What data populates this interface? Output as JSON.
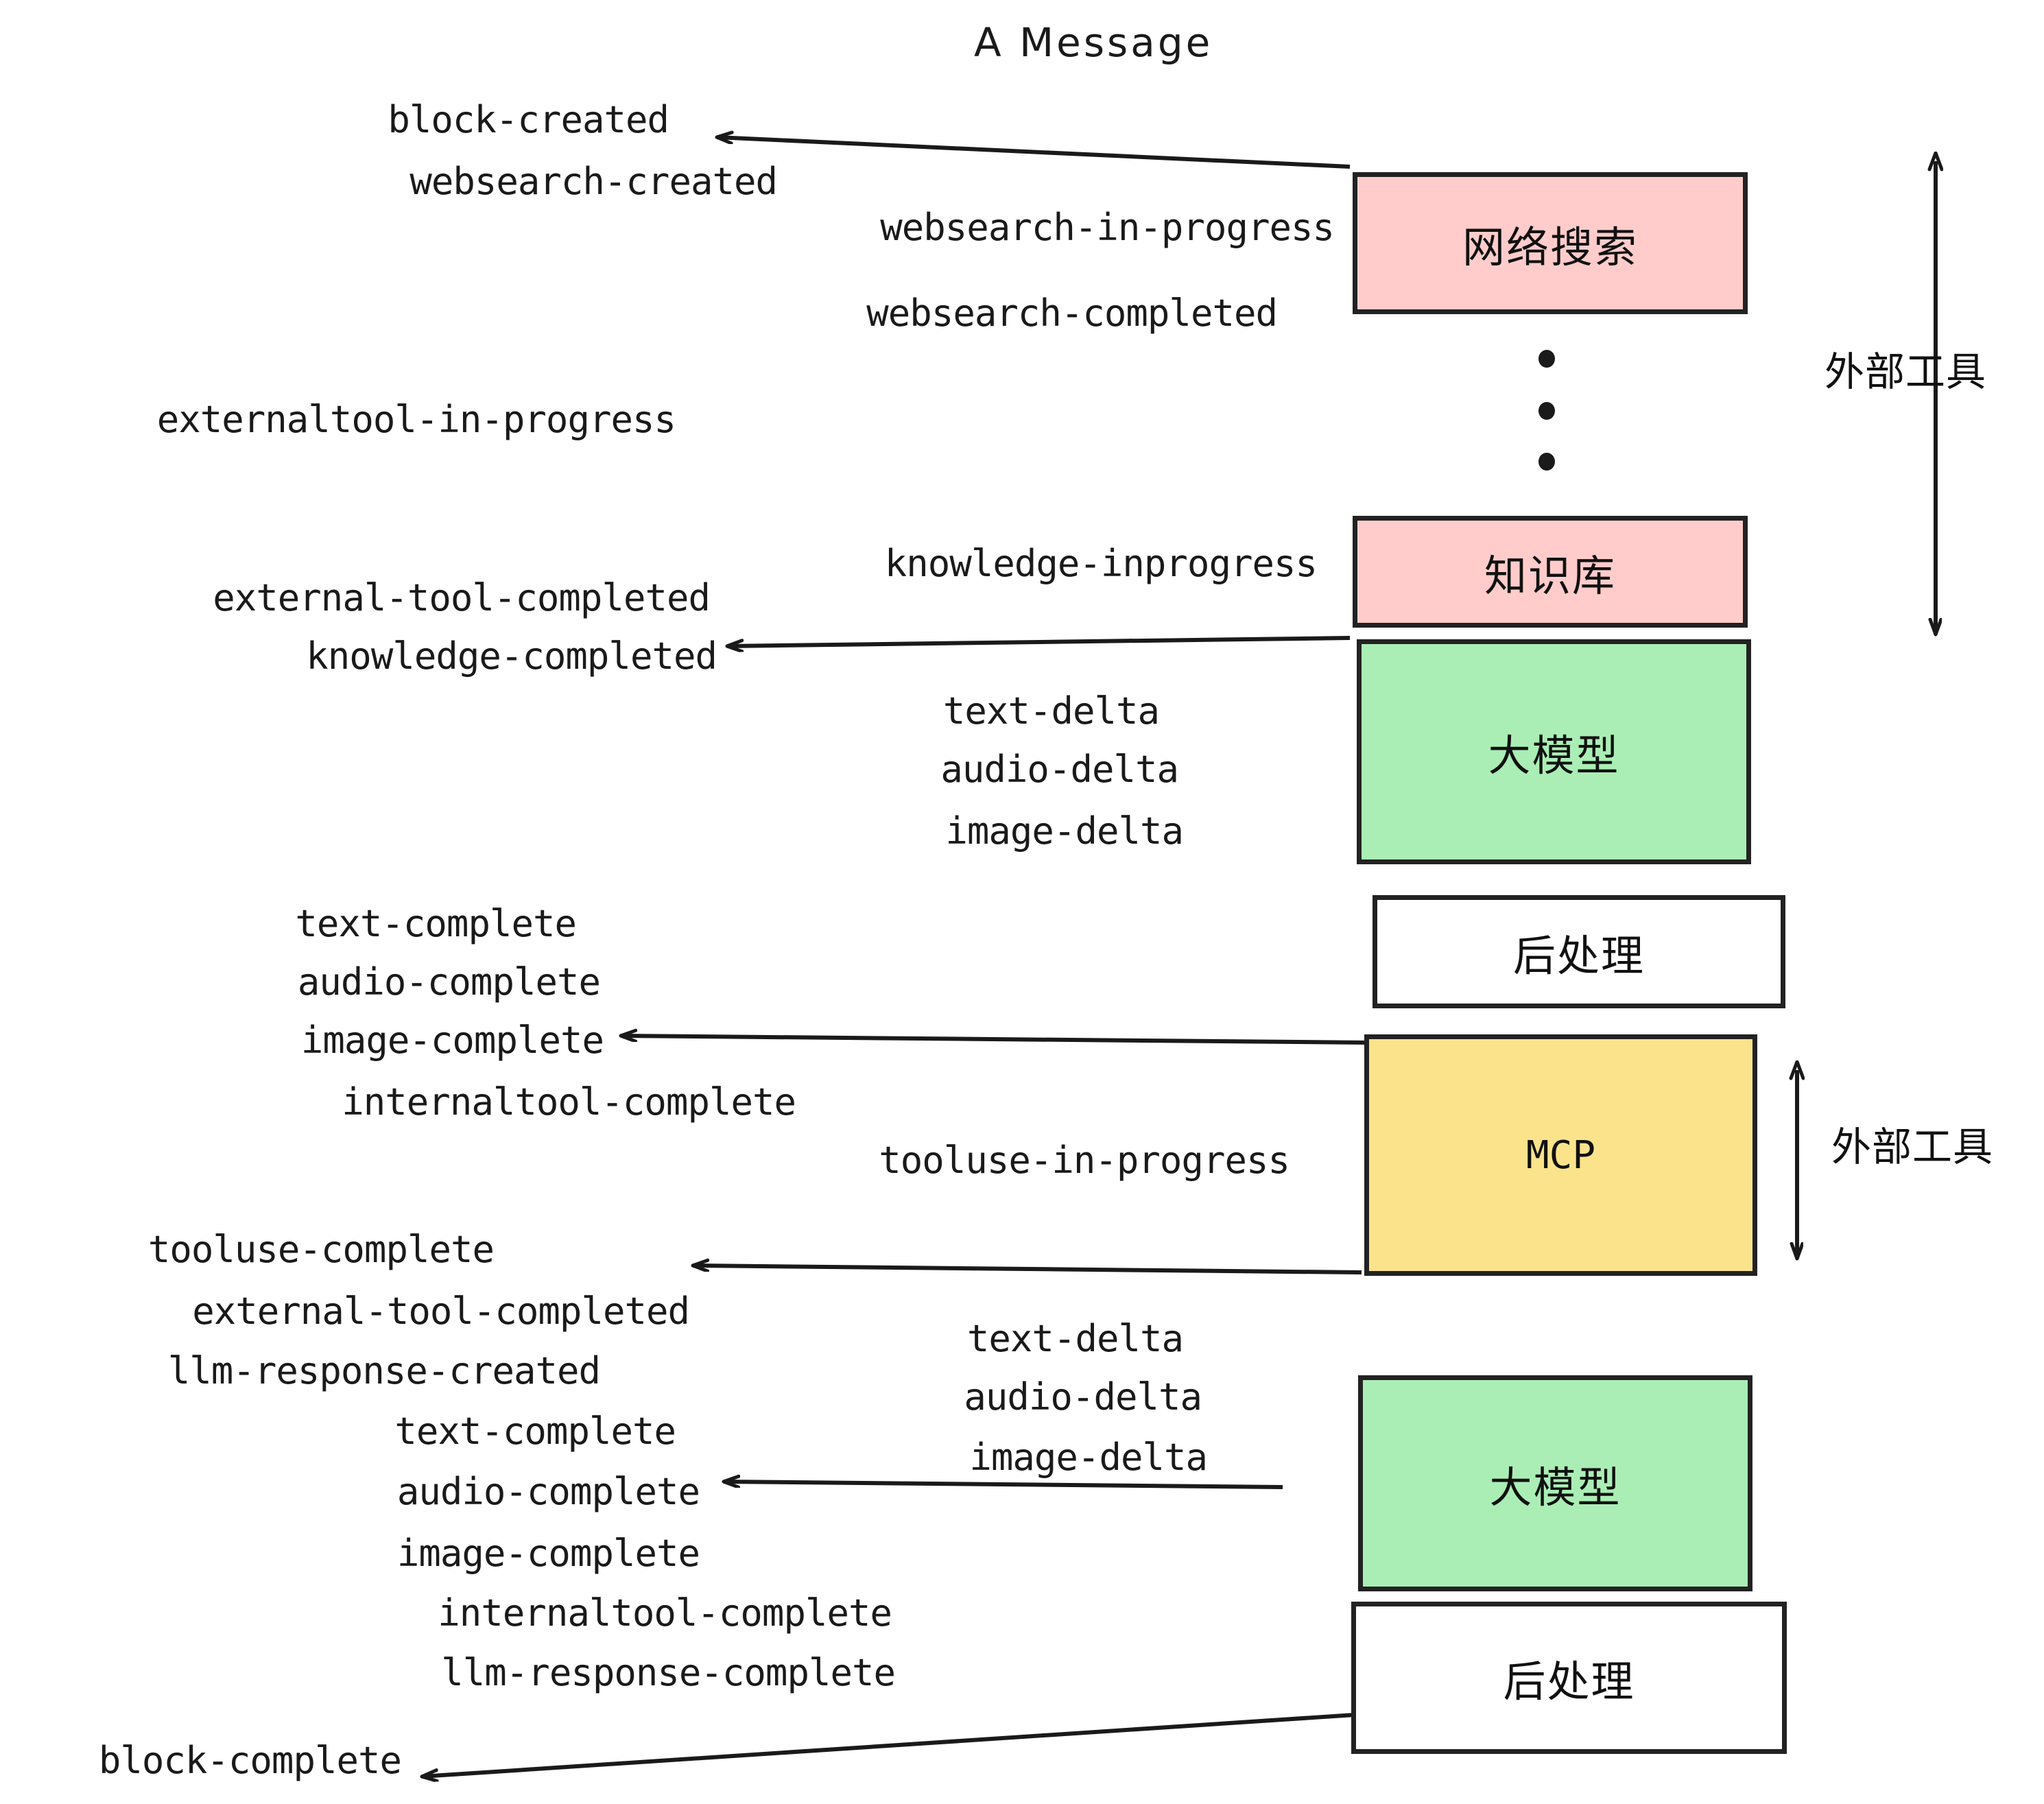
{
  "diagram": {
    "title": "A Message",
    "boxes": [
      {
        "id": "websearch",
        "label": "网络搜索",
        "color": "#ffcccb"
      },
      {
        "id": "knowledge",
        "label": "知识库",
        "color": "#ffcccb"
      },
      {
        "id": "llm-1",
        "label": "大模型",
        "color": "#aaeeb5"
      },
      {
        "id": "postprocess-1",
        "label": "后处理",
        "color": "#ffffff"
      },
      {
        "id": "mcp",
        "label": "MCP",
        "color": "#fbe38b"
      },
      {
        "id": "llm-2",
        "label": "大模型",
        "color": "#aaeeb5"
      },
      {
        "id": "postprocess-2",
        "label": "后处理",
        "color": "#ffffff"
      }
    ],
    "side_labels": [
      {
        "id": "external-tools-top",
        "label": "外部工具"
      },
      {
        "id": "external-tools-bottom",
        "label": "外部工具"
      }
    ],
    "events": {
      "block_created": "block-created",
      "websearch_created": "websearch-created",
      "websearch_in_progress": "websearch-in-progress",
      "websearch_completed": "websearch-completed",
      "externaltool_in_progress": "externaltool-in-progress",
      "knowledge_inprogress": "knowledge-inprogress",
      "external_tool_completed_1": "external-tool-completed",
      "knowledge_completed": "knowledge-completed",
      "text_delta_1": "text-delta",
      "audio_delta_1": "audio-delta",
      "image_delta_1": "image-delta",
      "text_complete_1": "text-complete",
      "audio_complete_1": "audio-complete",
      "image_complete_1": "image-complete",
      "internaltool_complete_1": "internaltool-complete",
      "tooluse_in_progress": "tooluse-in-progress",
      "tooluse_complete": "tooluse-complete",
      "external_tool_completed_2": "external-tool-completed",
      "llm_response_created": "llm-response-created",
      "text_complete_2": "text-complete",
      "audio_complete_2": "audio-complete",
      "image_complete_2": "image-complete",
      "internaltool_complete_2": "internaltool-complete",
      "llm_response_complete": "llm-response-complete",
      "text_delta_2": "text-delta",
      "audio_delta_2": "audio-delta",
      "image_delta_2": "image-delta",
      "block_complete": "block-complete"
    },
    "colors": {
      "pink": "#ffcccb",
      "green": "#aaeeb5",
      "yellow": "#fbe38b",
      "white": "#ffffff",
      "stroke": "#222222",
      "text": "#1a1a1a"
    }
  }
}
